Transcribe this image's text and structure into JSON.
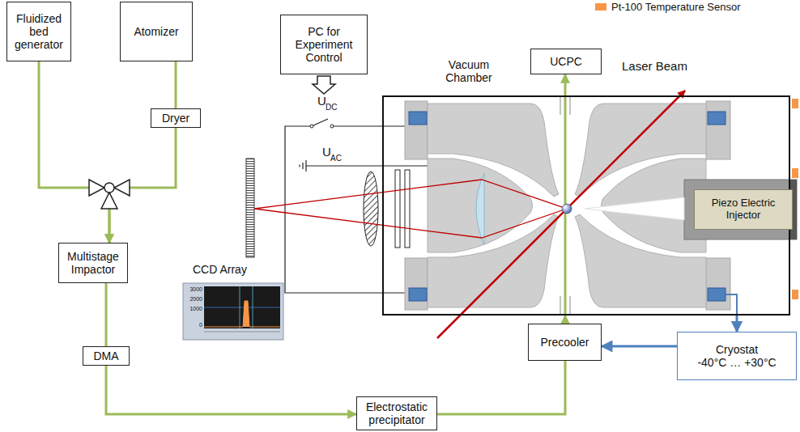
{
  "diagram": {
    "nodes": [
      {
        "text": [
          "Fluidized bed generator"
        ]
      },
      {
        "text": [
          "Atomizer"
        ]
      },
      {
        "text": [
          "Dryer"
        ]
      },
      {
        "text": [
          "PC for Experiment Control"
        ]
      },
      {
        "text": [
          "UCPC"
        ]
      },
      {
        "text": [
          "Vacuum Chamber"
        ]
      },
      {
        "text": [
          "Piezo Electric Injector"
        ],
        "in": 5
      },
      {
        "text": [
          "Multistage Impactor"
        ]
      },
      {
        "text": [
          "DMA"
        ]
      },
      {
        "text": [
          "Precooler"
        ]
      },
      {
        "text": [
          "Electrostatic precipitator"
        ]
      },
      {
        "text": [
          "Cryostat",
          "-40°C … +30°C"
        ]
      }
    ],
    "edges": [
      {
        "from": 0,
        "to": 7,
        "arrow": "to"
      },
      {
        "from": 1,
        "to": 2,
        "arrow": "none"
      },
      {
        "from": 2,
        "to": 7,
        "arrow": "to"
      },
      {
        "from": 7,
        "to": 8,
        "arrow": "none"
      },
      {
        "from": 8,
        "to": 10,
        "arrow": "to"
      },
      {
        "from": 10,
        "to": 9,
        "arrow": "none"
      },
      {
        "from": 9,
        "to": 5,
        "arrow": "to"
      },
      {
        "from": 5,
        "to": 4,
        "arrow": "to"
      },
      {
        "from": 11,
        "to": 9,
        "arrow": "to"
      },
      {
        "from": 5,
        "to": 11,
        "arrow": "to"
      }
    ],
    "labels": [
      "U",
      "DC",
      "U",
      "AC",
      "Laser Beam",
      "CCD Array",
      "3000",
      "2000",
      "1000",
      "0"
    ],
    "legend": [
      {
        "text": "Pt-100 Temperature Sensor",
        "color": "#f79646"
      }
    ]
  }
}
